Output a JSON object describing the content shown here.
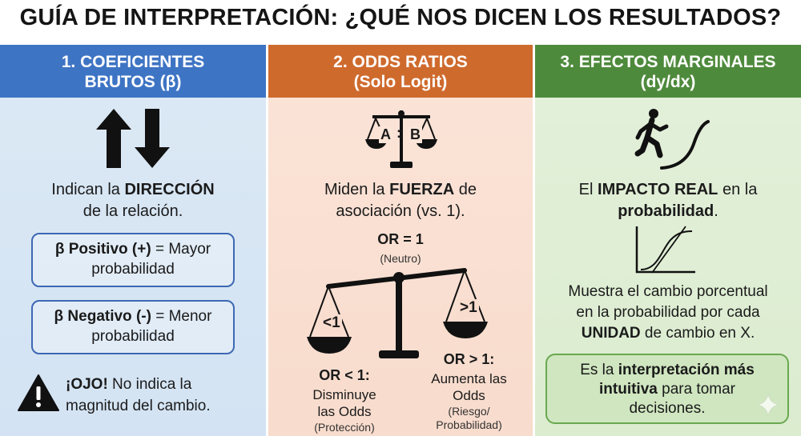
{
  "title": "GUÍA DE INTERPRETACIÓN: ¿QUÉ NOS DICEN LOS RESULTADOS?",
  "columns": [
    {
      "header_line1": "1. COEFICIENTES",
      "header_line2": "BRUTOS (β)",
      "color": "#3e74c4",
      "icon": "up-down-arrows-icon",
      "desc_pre": "Indican la ",
      "desc_bold": "DIRECCIÓN",
      "desc_post": "de la relación.",
      "box1_bold": "β Positivo (+)",
      "box1_rest": " = Mayor",
      "box1_line2": "probabilidad",
      "box2_bold": "β Negativo (-)",
      "box2_rest": " = Menor",
      "box2_line2": "probabilidad",
      "warning_bold": "¡OJO!",
      "warning_rest": " No indica la",
      "warning_line2": "magnitud del cambio."
    },
    {
      "header_line1": "2. ODDS RATIOS",
      "header_line2": "(Solo Logit)",
      "color": "#cf6a2d",
      "icon": "balance-scale-icon",
      "scale_left": "A",
      "scale_sep": ":",
      "scale_right": "B",
      "desc_pre": "Miden la ",
      "desc_bold": "FUERZA",
      "desc_post_inline": " de",
      "desc_line2": "asociación (vs. 1).",
      "or_eq": "OR = 1",
      "or_eq_note": "(Neutro)",
      "pan_left": "<1",
      "pan_right": ">1",
      "or_lt": "OR < 1:",
      "or_lt_text1": "Disminuye",
      "or_lt_text2": "las Odds",
      "or_lt_note": "(Protección)",
      "or_gt": "OR > 1:",
      "or_gt_text1": "Aumenta las",
      "or_gt_text2": "Odds",
      "or_gt_note1": "(Riesgo/",
      "or_gt_note2": "Probabilidad)"
    },
    {
      "header_line1": "3. EFECTOS MARGINALES",
      "header_line2": "(dy/dx)",
      "color": "#4e8a3c",
      "icon": "person-climbing-curve-icon",
      "desc_pre": "El ",
      "desc_bold": "IMPACTO REAL",
      "desc_post_inline": " en la",
      "desc_bold2": "probabilidad",
      "desc_post2": ".",
      "body_line1": "Muestra el cambio porcentual",
      "body_line2": "en la probabilidad por cada",
      "body_bold": "UNIDAD",
      "body_line3_rest": " de cambio en X.",
      "box_pre": "Es la ",
      "box_bold": "interpretación más",
      "box_bold2": "intuitiva",
      "box_rest": " para tomar",
      "box_line3": "decisiones."
    }
  ]
}
